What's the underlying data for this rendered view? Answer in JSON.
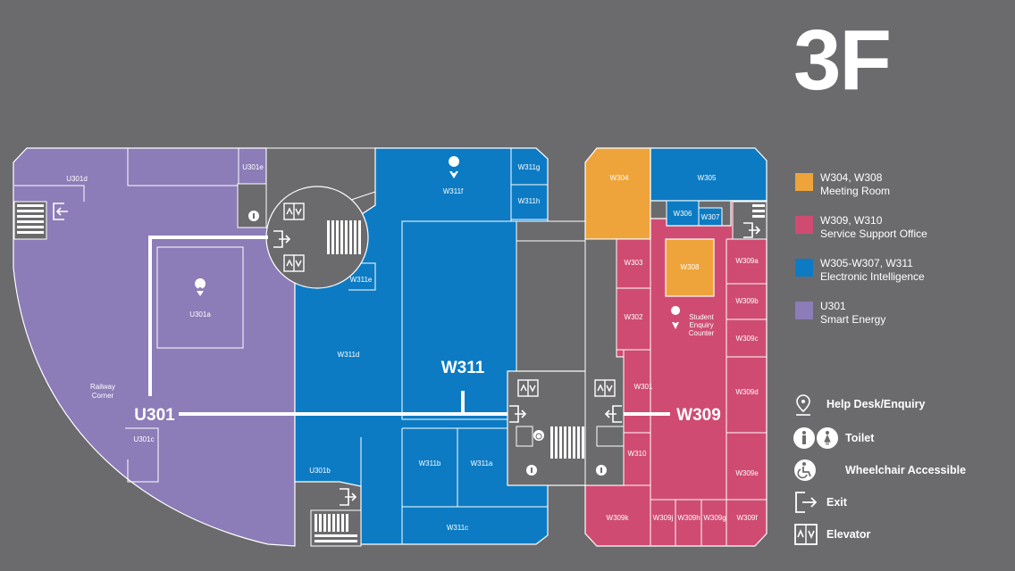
{
  "floor": "3F",
  "colors": {
    "background": "#6b6b6e",
    "meeting_room": "#eea43a",
    "service_support": "#cf4b72",
    "electronic_intelligence": "#0c7bc3",
    "smart_energy": "#8c7cb8",
    "common_area": "#6b6b6e",
    "outline": "#ffffff"
  },
  "legend": [
    {
      "color": "#eea43a",
      "rooms": "W304, W308",
      "name": "Meeting Room"
    },
    {
      "color": "#cf4b72",
      "rooms": "W309, W310",
      "name": "Service Support Office"
    },
    {
      "color": "#0c7bc3",
      "rooms": "W305-W307, W311",
      "name": "Electronic Intelligence"
    },
    {
      "color": "#8c7cb8",
      "rooms": "U301",
      "name": "Smart Energy"
    }
  ],
  "icon_legend": [
    {
      "icon": "help-desk-icon",
      "label": "Help Desk/Enquiry"
    },
    {
      "icon": "toilet-icon",
      "label": "Toilet"
    },
    {
      "icon": "wheelchair-icon",
      "label": "Wheelchair Accessible"
    },
    {
      "icon": "exit-icon",
      "label": "Exit"
    },
    {
      "icon": "elevator-icon",
      "label": "Elevator"
    }
  ],
  "rooms": {
    "U301d": "U301d",
    "U301e": "U301e",
    "U301a": "U301a",
    "railway_corner": "Railway\nCorner",
    "U301c": "U301c",
    "U301b": "U301b",
    "U301": "U301",
    "W311g": "W311g",
    "W311h": "W311h",
    "W311f": "W311f",
    "W311e": "W311e",
    "W311d": "W311d",
    "W311": "W311",
    "W311b": "W311b",
    "W311a": "W311a",
    "W311c": "W311c",
    "W304": "W304",
    "W305": "W305",
    "W306": "W306",
    "W307": "W307",
    "W308": "W308",
    "W303": "W303",
    "W302": "W302",
    "W301": "W301",
    "W310": "W310",
    "W309": "W309",
    "W309a": "W309a",
    "W309b": "W309b",
    "W309c": "W309c",
    "W309d": "W309d",
    "W309e": "W309e",
    "W309f": "W309f",
    "W309g": "W309g",
    "W309h": "W309h",
    "W309j": "W309j",
    "W309k": "W309k",
    "student_enquiry": "Student\nEnquiry\nCounter"
  }
}
